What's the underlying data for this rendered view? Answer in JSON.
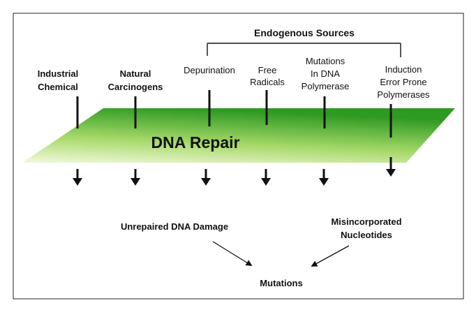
{
  "header": {
    "group_title": "Endogenous Sources"
  },
  "sources": {
    "industrial": [
      "Industrial",
      "Chemical"
    ],
    "natural": [
      "Natural",
      "Carcinogens"
    ],
    "depurination": [
      "Depurination"
    ],
    "free_radicals": [
      "Free",
      "Radicals"
    ],
    "mutations_dna_polymerase": [
      "Mutations",
      "In DNA",
      "Polymerase"
    ],
    "induction": [
      "Induction",
      "Error Prone",
      "Polymerases"
    ]
  },
  "center": {
    "label": "DNA Repair",
    "colors": {
      "dark": "#3fae2a",
      "light": "#e8f5c8"
    }
  },
  "outcomes": {
    "unrepaired": "Unrepaired DNA Damage",
    "misincorporated": [
      "Misincorporated",
      "Nucleotides"
    ],
    "mutations": "Mutations"
  }
}
